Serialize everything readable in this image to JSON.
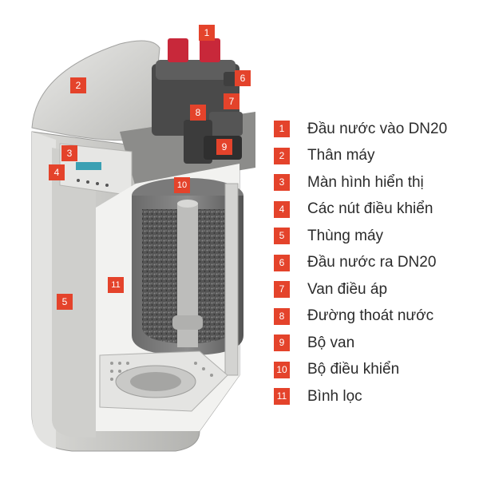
{
  "accent_color": "#e4432b",
  "callouts": [
    "1",
    "2",
    "3",
    "4",
    "5",
    "6",
    "7",
    "8",
    "9",
    "10",
    "11"
  ],
  "legend": [
    {
      "num": "1",
      "label": "Đầu nước vào DN20"
    },
    {
      "num": "2",
      "label": "Thân máy"
    },
    {
      "num": "3",
      "label": "Màn hình hiển thị"
    },
    {
      "num": "4",
      "label": "Các nút điều khiển"
    },
    {
      "num": "5",
      "label": "Thùng máy"
    },
    {
      "num": "6",
      "label": "Đầu nước ra DN20"
    },
    {
      "num": "7",
      "label": "Van điều áp"
    },
    {
      "num": "8",
      "label": "Đường thoát nước"
    },
    {
      "num": "9",
      "label": "Bộ van"
    },
    {
      "num": "10",
      "label": "Bộ điều khiển"
    },
    {
      "num": "11",
      "label": "Bình lọc"
    }
  ]
}
